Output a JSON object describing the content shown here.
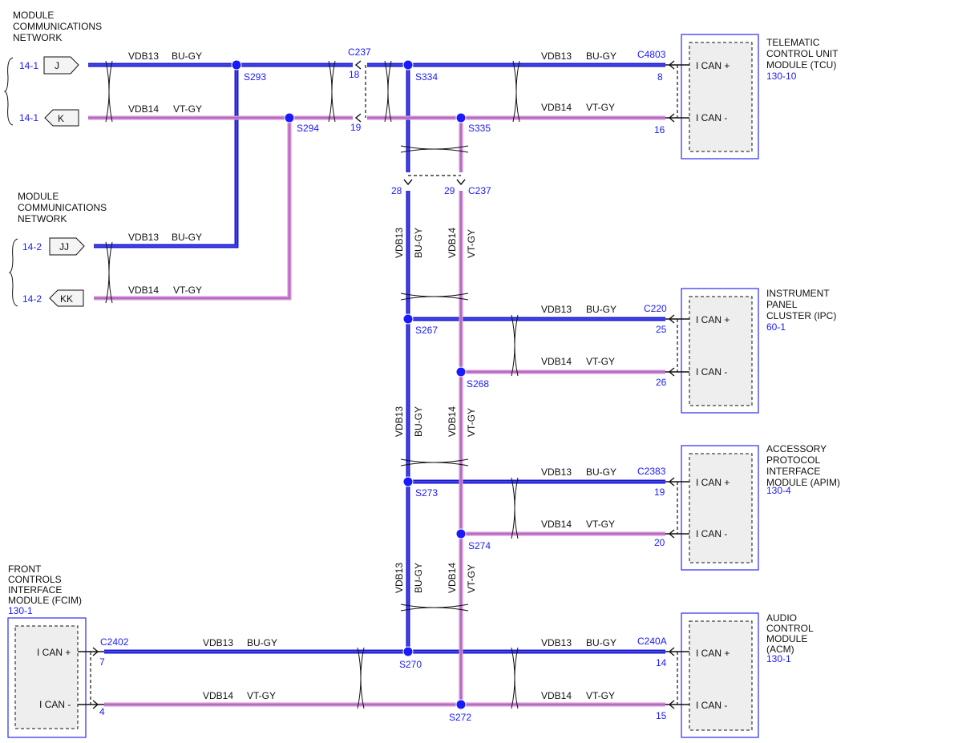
{
  "networks": {
    "top_title": "MODULE\nCOMMUNICATIONS\nNETWORK",
    "mid_title": "MODULE\nCOMMUNICATIONS\nNETWORK",
    "conn_j": {
      "ref": "14-1",
      "pin": "J"
    },
    "conn_k": {
      "ref": "14-1",
      "pin": "K"
    },
    "conn_jj": {
      "ref": "14-2",
      "pin": "JJ"
    },
    "conn_kk": {
      "ref": "14-2",
      "pin": "KK"
    }
  },
  "wires": {
    "can_high_circuit": "VDB13",
    "can_high_color": "BU-GY",
    "can_low_circuit": "VDB14",
    "can_low_color": "VT-GY"
  },
  "splices": {
    "s293": "S293",
    "s294": "S294",
    "s334": "S334",
    "s335": "S335",
    "s267": "S267",
    "s268": "S268",
    "s273": "S273",
    "s274": "S274",
    "s270": "S270",
    "s272": "S272"
  },
  "inline": {
    "c237": "C237",
    "pin18": "18",
    "pin19": "19",
    "c237_lower": "C237",
    "pin28": "28",
    "pin29": "29"
  },
  "modules": {
    "tcu": {
      "title": "TELEMATIC\nCONTROL UNIT\nMODULE (TCU)",
      "ref": "130-10",
      "connector": "C4803",
      "pin_hi": "8",
      "pin_lo": "16",
      "label_hi": "I CAN +",
      "label_lo": "I CAN -"
    },
    "ipc": {
      "title": "INSTRUMENT\nPANEL\nCLUSTER (IPC)",
      "ref": "60-1",
      "connector": "C220",
      "pin_hi": "25",
      "pin_lo": "26",
      "label_hi": "I CAN +",
      "label_lo": "I CAN -"
    },
    "apim": {
      "title": "ACCESSORY\nPROTOCOL\nINTERFACE\nMODULE (APIM)",
      "ref": "130-4",
      "connector": "C2383",
      "pin_hi": "19",
      "pin_lo": "20",
      "label_hi": "I CAN +",
      "label_lo": "I CAN -"
    },
    "acm": {
      "title": "AUDIO\nCONTROL\nMODULE\n(ACM)",
      "ref": "130-1",
      "connector": "C240A",
      "pin_hi": "14",
      "pin_lo": "15",
      "label_hi": "I CAN +",
      "label_lo": "I CAN -"
    },
    "fcim": {
      "title": "FRONT\nCONTROLS\nINTERFACE\nMODULE (FCIM)",
      "ref": "130-1",
      "connector": "C2402",
      "pin_hi": "7",
      "pin_lo": "4",
      "label_hi": "I CAN +",
      "label_lo": "I CAN -"
    }
  },
  "colors": {
    "can_high": "#1a1acc",
    "can_low": "#d98ad9",
    "reference_text": "#1a1aff"
  }
}
